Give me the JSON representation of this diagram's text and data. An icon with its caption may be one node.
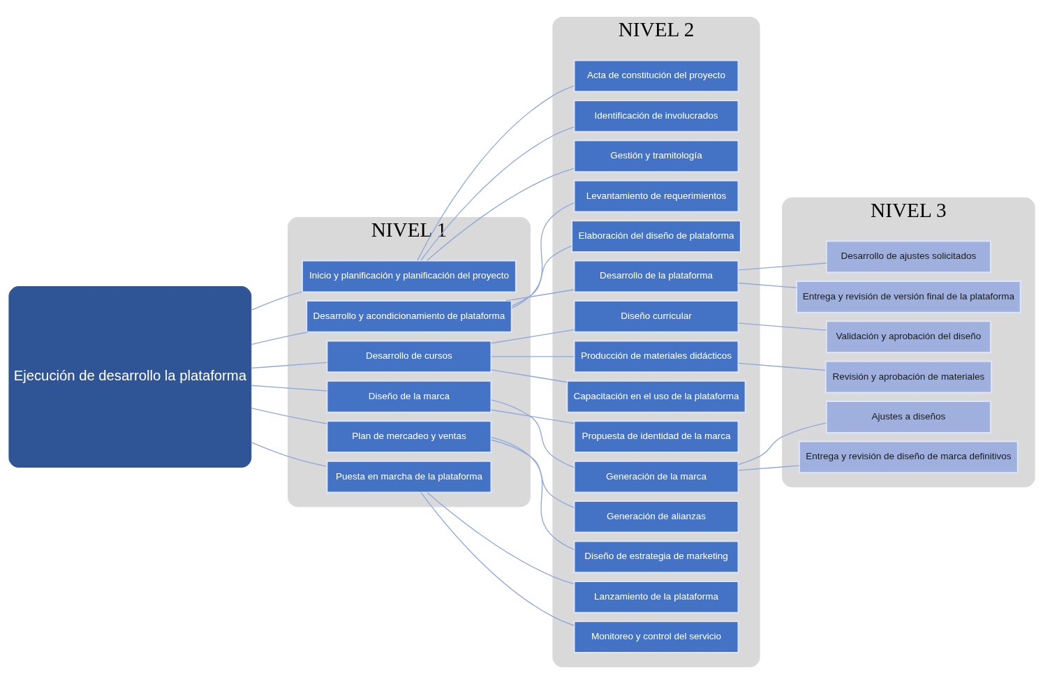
{
  "diagram": {
    "nodes": [
      {
        "text": [
          "Ejecución de desarrollo la plataforma"
        ]
      },
      {
        "text": [
          "NIVEL 1"
        ]
      },
      {
        "text": [
          "Inicio y planificación y planificación del proyecto"
        ],
        "in": 1
      },
      {
        "text": [
          "Desarrollo y acondicionamiento de plataforma"
        ],
        "in": 1
      },
      {
        "text": [
          "Desarrollo de cursos"
        ],
        "in": 1
      },
      {
        "text": [
          "Diseño de la marca"
        ],
        "in": 1
      },
      {
        "text": [
          "Plan de mercadeo y ventas"
        ],
        "in": 1
      },
      {
        "text": [
          "Puesta en marcha de la plataforma"
        ],
        "in": 1
      },
      {
        "text": [
          "NIVEL 2"
        ]
      },
      {
        "text": [
          "Acta de constitución del proyecto"
        ],
        "in": 8
      },
      {
        "text": [
          "Identificación de involucrados"
        ],
        "in": 8
      },
      {
        "text": [
          "Gestión y tramitología"
        ],
        "in": 8
      },
      {
        "text": [
          "Levantamiento de requerimientos"
        ],
        "in": 8
      },
      {
        "text": [
          "Elaboración del diseño de plataforma"
        ],
        "in": 8
      },
      {
        "text": [
          "Desarrollo de la plataforma"
        ],
        "in": 8
      },
      {
        "text": [
          "Diseño curricular"
        ],
        "in": 8
      },
      {
        "text": [
          "Producción de materiales didácticos"
        ],
        "in": 8
      },
      {
        "text": [
          "Capacitación en el uso de la plataforma"
        ],
        "in": 8
      },
      {
        "text": [
          "Propuesta de identidad de la marca"
        ],
        "in": 8
      },
      {
        "text": [
          "Generación de la marca"
        ],
        "in": 8
      },
      {
        "text": [
          "Generación de alianzas"
        ],
        "in": 8
      },
      {
        "text": [
          "Diseño de estrategia de marketing"
        ],
        "in": 8
      },
      {
        "text": [
          "Lanzamiento de la plataforma"
        ],
        "in": 8
      },
      {
        "text": [
          "Monitoreo y control del servicio"
        ],
        "in": 8
      },
      {
        "text": [
          "NIVEL 3"
        ]
      },
      {
        "text": [
          "Desarrollo de ajustes solicitados"
        ],
        "in": 24
      },
      {
        "text": [
          "Entrega y revisión de versión final de la plataforma"
        ],
        "in": 24
      },
      {
        "text": [
          "Validación y aprobación del diseño"
        ],
        "in": 24
      },
      {
        "text": [
          "Revisión y aprobación de materiales"
        ],
        "in": 24
      },
      {
        "text": [
          "Ajustes a diseños"
        ],
        "in": 24
      },
      {
        "text": [
          "Entrega y revisión de diseño de marca definitivos"
        ],
        "in": 24
      }
    ],
    "edges": [
      {
        "from": 0,
        "to": 2,
        "arrow": "none"
      },
      {
        "from": 0,
        "to": 3,
        "arrow": "none"
      },
      {
        "from": 0,
        "to": 4,
        "arrow": "none"
      },
      {
        "from": 0,
        "to": 5,
        "arrow": "none"
      },
      {
        "from": 0,
        "to": 6,
        "arrow": "none"
      },
      {
        "from": 0,
        "to": 7,
        "arrow": "none"
      },
      {
        "from": 2,
        "to": 9,
        "arrow": "none"
      },
      {
        "from": 2,
        "to": 10,
        "arrow": "none"
      },
      {
        "from": 2,
        "to": 11,
        "arrow": "none"
      },
      {
        "from": 3,
        "to": 12,
        "arrow": "none"
      },
      {
        "from": 3,
        "to": 13,
        "arrow": "none"
      },
      {
        "from": 3,
        "to": 14,
        "arrow": "none"
      },
      {
        "from": 4,
        "to": 15,
        "arrow": "none"
      },
      {
        "from": 4,
        "to": 16,
        "arrow": "none"
      },
      {
        "from": 4,
        "to": 17,
        "arrow": "none"
      },
      {
        "from": 5,
        "to": 18,
        "arrow": "none"
      },
      {
        "from": 5,
        "to": 19,
        "arrow": "none"
      },
      {
        "from": 6,
        "to": 20,
        "arrow": "none"
      },
      {
        "from": 6,
        "to": 21,
        "arrow": "none"
      },
      {
        "from": 7,
        "to": 22,
        "arrow": "none"
      },
      {
        "from": 7,
        "to": 23,
        "arrow": "none"
      },
      {
        "from": 14,
        "to": 25,
        "arrow": "none"
      },
      {
        "from": 14,
        "to": 26,
        "arrow": "none"
      },
      {
        "from": 15,
        "to": 27,
        "arrow": "none"
      },
      {
        "from": 16,
        "to": 28,
        "arrow": "none"
      },
      {
        "from": 19,
        "to": 29,
        "arrow": "none"
      },
      {
        "from": 19,
        "to": 30,
        "arrow": "none"
      }
    ]
  }
}
